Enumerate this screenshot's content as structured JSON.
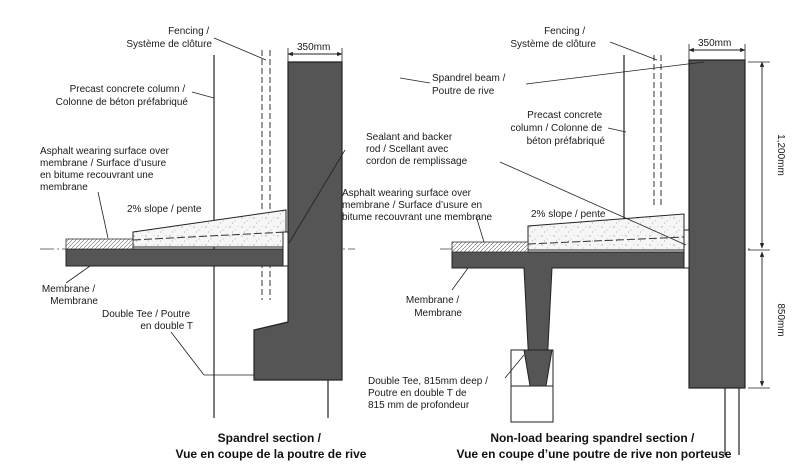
{
  "colors": {
    "concrete": "#555555",
    "line": "#222222",
    "topping": "#f4f4f4"
  },
  "left": {
    "fencing": [
      "Fencing /",
      "Système de clôture"
    ],
    "dimension": "350mm",
    "column": [
      "Precast concrete column /",
      "Colonne de béton préfabriqué"
    ],
    "sealant": [
      "Sealant and backer",
      "rod / Scellant avec",
      "cordon de remplissage"
    ],
    "asphalt": [
      "Asphalt wearing surface over",
      "membrane / Surface d’usure",
      "en bitume recouvrant une",
      "membrane"
    ],
    "slope": "2% slope / pente",
    "membrane": [
      "Membrane /",
      "Membrane"
    ],
    "double_tee": [
      "Double Tee / Poutre",
      "en double T"
    ],
    "caption": [
      "Spandrel section /",
      "Vue en coupe de la poutre de rive"
    ]
  },
  "right": {
    "fencing": [
      "Fencing /",
      "Système de clôture"
    ],
    "dimension": "350mm",
    "spandrel": [
      "Spandrel beam /",
      "Poutre de rive"
    ],
    "column": [
      "Precast concrete",
      "column / Colonne de",
      "béton préfabriqué"
    ],
    "asphalt": [
      "Asphalt wearing surface over",
      "membrane / Surface d’usure en",
      "bitume recouvrant une membrane"
    ],
    "slope": "2% slope / pente",
    "membrane": [
      "Membrane /",
      "Membrane"
    ],
    "double_tee": [
      "Double Tee, 815mm deep /",
      "Poutre en double T de",
      "815 mm de profondeur"
    ],
    "dim_upper": "1,200mm",
    "dim_lower": "850mm",
    "caption": [
      "Non-load bearing spandrel section /",
      "Vue en coupe d’une poutre de rive non porteuse"
    ]
  }
}
